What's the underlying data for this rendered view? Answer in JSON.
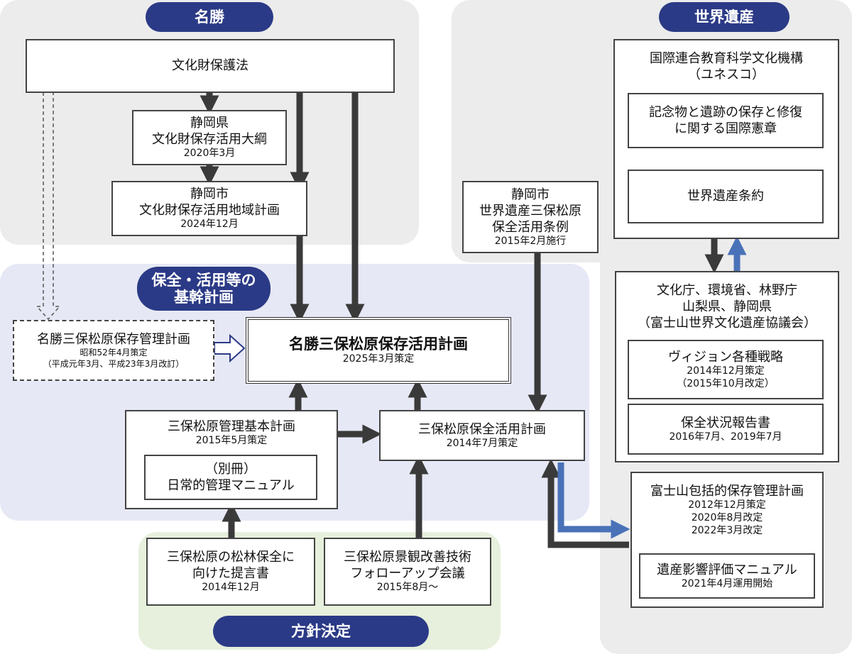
{
  "regions": {
    "meisho": {
      "label": "名勝"
    },
    "sekai": {
      "label": "世界遺産"
    },
    "kikan": {
      "label_line1": "保全・活用等の",
      "label_line2": "基幹計画"
    },
    "hoshin": {
      "label": "方針決定"
    }
  },
  "boxes": {
    "bunkazai_law": {
      "line1": "文化財保護法"
    },
    "shizuoka_pref": {
      "line1": "静岡県",
      "line2": "文化財保存活用大綱",
      "line3": "2020年3月"
    },
    "shizuoka_city": {
      "line1": "静岡市",
      "line2": "文化財保存活用地域計画",
      "line3": "2024年12月"
    },
    "jourei": {
      "line1": "静岡市",
      "line2": "世界遺産三保松原",
      "line3": "保全活用条例",
      "line4": "2015年2月施行"
    },
    "hozon_kanri": {
      "line1": "名勝三保松原保存管理計画",
      "line2": "昭和52年4月策定",
      "line3": "（平成元年3月、平成23年3月改訂）"
    },
    "main_plan": {
      "line1": "名勝三保松原保存活用計画",
      "line2": "2025年3月策定"
    },
    "kanri_kihon": {
      "line1": "三保松原管理基本計画",
      "line2": "2015年5月策定"
    },
    "manual": {
      "line1": "（別冊）",
      "line2": "日常的管理マニュアル"
    },
    "hozen_katsuyo": {
      "line1": "三保松原保全活用計画",
      "line2": "2014年7月策定"
    },
    "teigen": {
      "line1": "三保松原の松林保全に",
      "line2": "向けた提言書",
      "line3": "2014年12月"
    },
    "keikan": {
      "line1": "三保松原景観改善技術",
      "line2": "フォローアップ会議",
      "line3": "2015年8月〜"
    },
    "unesco": {
      "line1": "国際連合教育科学文化機構",
      "line2": "（ユネスコ）"
    },
    "kensho": {
      "line1": "記念物と遺跡の保存と修復",
      "line2": "に関する国際憲章"
    },
    "joyaku": {
      "line1": "世界遺産条約"
    },
    "council": {
      "line1": "文化庁、環境省、林野庁",
      "line2": "山梨県、静岡県",
      "line3": "（富士山世界文化遺産協議会）"
    },
    "vision": {
      "line1": "ヴィジョン各種戦略",
      "line2": "2014年12月策定",
      "line3": "（2015年10月改定）"
    },
    "report": {
      "line1": "保全状況報告書",
      "line2": "2016年7月、2019年7月"
    },
    "fuji_plan": {
      "line1": "富士山包括的保存管理計画",
      "line2": "2012年12月策定",
      "line3": "2020年8月改定",
      "line4": "2022年3月改定"
    },
    "hia_manual": {
      "line1": "遺産影響評価マニュアル",
      "line2": "2021年4月運用開始"
    }
  },
  "colors": {
    "pill": "#2b3a86",
    "arrow_dark": "#3a3a3a",
    "arrow_blue": "#4a72b8",
    "region_gray": "#ececec",
    "region_blue": "#e6e8f5",
    "region_green": "#e6f0dc"
  }
}
